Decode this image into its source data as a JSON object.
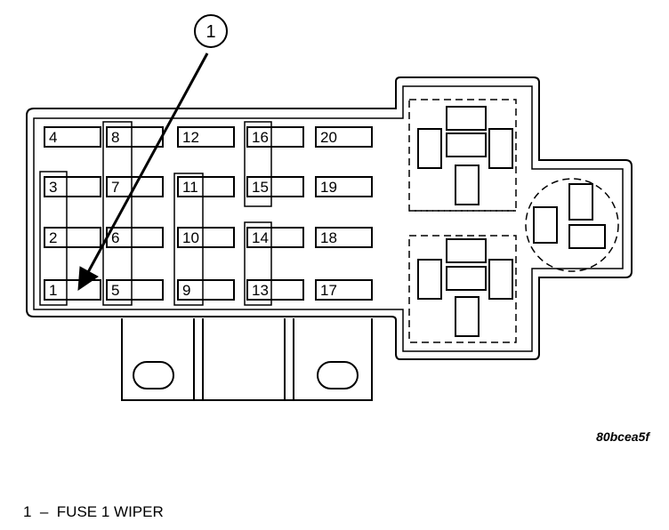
{
  "fuses": [
    {
      "id": "f1",
      "label": "1"
    },
    {
      "id": "f2",
      "label": "2"
    },
    {
      "id": "f3",
      "label": "3"
    },
    {
      "id": "f4",
      "label": "4"
    },
    {
      "id": "f5",
      "label": "5"
    },
    {
      "id": "f6",
      "label": "6"
    },
    {
      "id": "f7",
      "label": "7"
    },
    {
      "id": "f8",
      "label": "8"
    },
    {
      "id": "f9",
      "label": "9"
    },
    {
      "id": "f10",
      "label": "10"
    },
    {
      "id": "f11",
      "label": "11"
    },
    {
      "id": "f12",
      "label": "12"
    },
    {
      "id": "f13",
      "label": "13"
    },
    {
      "id": "f14",
      "label": "14"
    },
    {
      "id": "f15",
      "label": "15"
    },
    {
      "id": "f16",
      "label": "16"
    },
    {
      "id": "f17",
      "label": "17"
    },
    {
      "id": "f18",
      "label": "18"
    },
    {
      "id": "f19",
      "label": "19"
    },
    {
      "id": "f20",
      "label": "20"
    }
  ],
  "callout": {
    "number": "1"
  },
  "figure_code": "80bcea5f",
  "legend": {
    "text": "1  –  FUSE 1 WIPER"
  }
}
